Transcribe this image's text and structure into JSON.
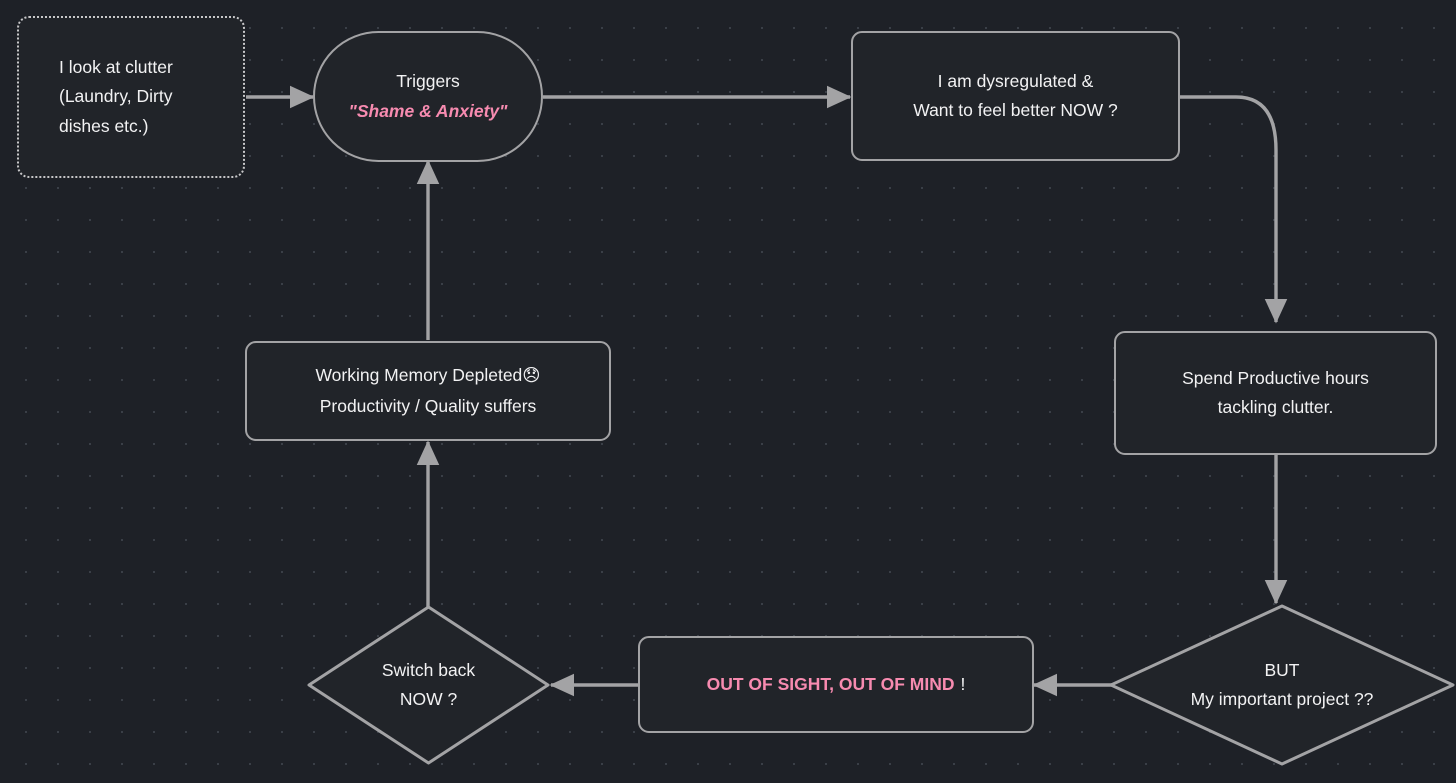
{
  "diagram": {
    "title": "Clutter Shame Productivity Loop",
    "background_color": "#1e2127",
    "node_fill": "#212429",
    "node_border": "#a3a3a5",
    "edge_color": "#a3a3a5",
    "text_color": "#f2f2f3",
    "accent_color": "#f78bb0"
  },
  "nodes": {
    "clutter": {
      "shape": "dotted-rectangle",
      "line1": "I look at clutter",
      "line2": "(Laundry, Dirty",
      "line3": "dishes etc.)"
    },
    "triggers": {
      "shape": "stadium",
      "line1": "Triggers",
      "line2": "\"Shame & Anxiety\""
    },
    "dysregulated": {
      "shape": "rectangle",
      "line1": "I am dysregulated &",
      "line2": "Want to feel better NOW ?"
    },
    "spend": {
      "shape": "rectangle",
      "line1": "Spend Productive hours",
      "line2": "tackling clutter."
    },
    "but": {
      "shape": "diamond",
      "line1": "BUT",
      "line2": "My important project ??"
    },
    "outofsight": {
      "shape": "rectangle",
      "line1": "OUT OF SIGHT, OUT OF MIND",
      "line2": "!"
    },
    "switchback": {
      "shape": "diamond",
      "line1": "Switch back",
      "line2": "NOW ?"
    },
    "workingmemory": {
      "shape": "rectangle",
      "line1": "Working Memory Depleted",
      "emoji": "😞",
      "line2": "Productivity / Quality suffers"
    }
  },
  "edges": [
    {
      "id": "clutter-to-triggers",
      "from": "clutter",
      "to": "triggers",
      "direction": "right"
    },
    {
      "id": "triggers-to-dysregulated",
      "from": "triggers",
      "to": "dysregulated",
      "direction": "right"
    },
    {
      "id": "dysregulated-to-spend",
      "from": "dysregulated",
      "to": "spend",
      "direction": "curve-down"
    },
    {
      "id": "spend-to-but",
      "from": "spend",
      "to": "but",
      "direction": "down"
    },
    {
      "id": "but-to-outofsight",
      "from": "but",
      "to": "outofsight",
      "direction": "left"
    },
    {
      "id": "outofsight-to-switchback",
      "from": "outofsight",
      "to": "switchback",
      "direction": "left"
    },
    {
      "id": "switchback-to-workingmemory",
      "from": "switchback",
      "to": "workingmemory",
      "direction": "up"
    },
    {
      "id": "workingmemory-to-triggers",
      "from": "workingmemory",
      "to": "triggers",
      "direction": "up"
    }
  ]
}
